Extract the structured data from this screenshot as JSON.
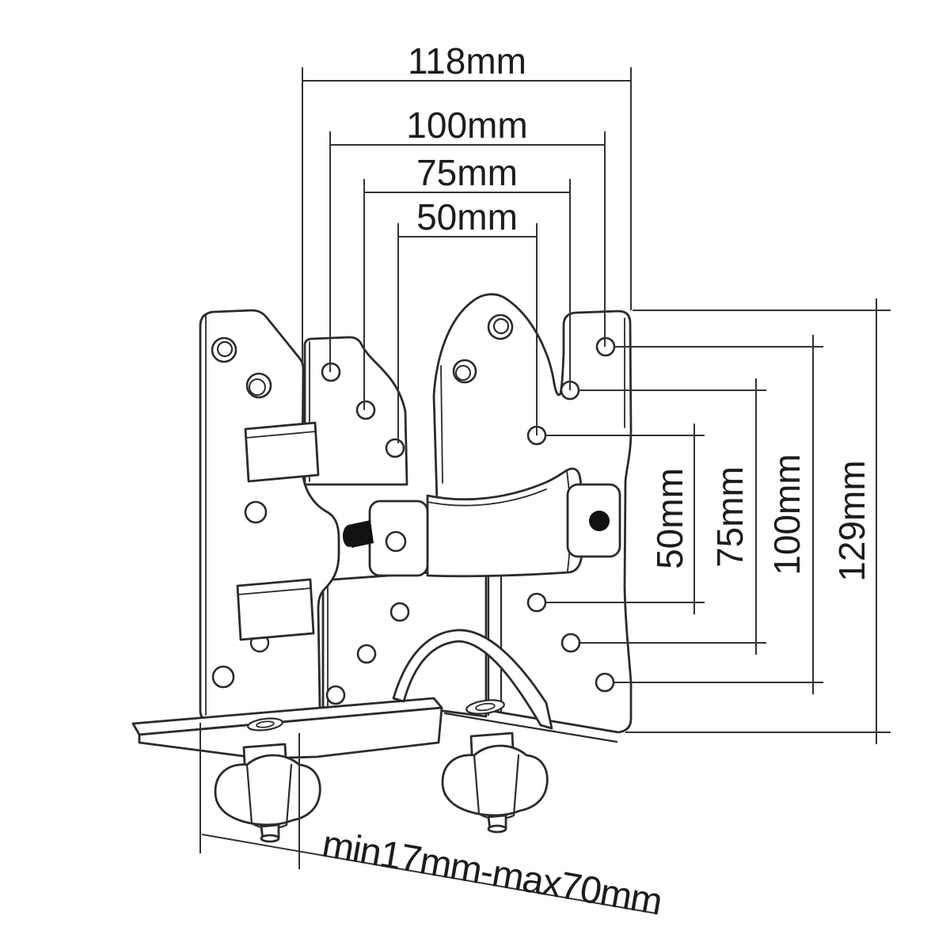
{
  "drawing": {
    "kind": "technical-dimension-drawing",
    "subject": "monitor-mount-bracket-with-clamp"
  },
  "dimensions": {
    "top": [
      {
        "label": "118mm"
      },
      {
        "label": "100mm"
      },
      {
        "label": "75mm"
      },
      {
        "label": "50mm"
      }
    ],
    "right": [
      {
        "label": "50mm"
      },
      {
        "label": "75mm"
      },
      {
        "label": "100mm"
      },
      {
        "label": "129mm"
      }
    ],
    "bottom": [
      {
        "label": "min17mm-max70mm"
      }
    ]
  },
  "colors": {
    "line": "#2b2b2b",
    "dimension": "#333333",
    "text": "#1c1c1c",
    "background": "#ffffff",
    "pin": "#111111"
  }
}
